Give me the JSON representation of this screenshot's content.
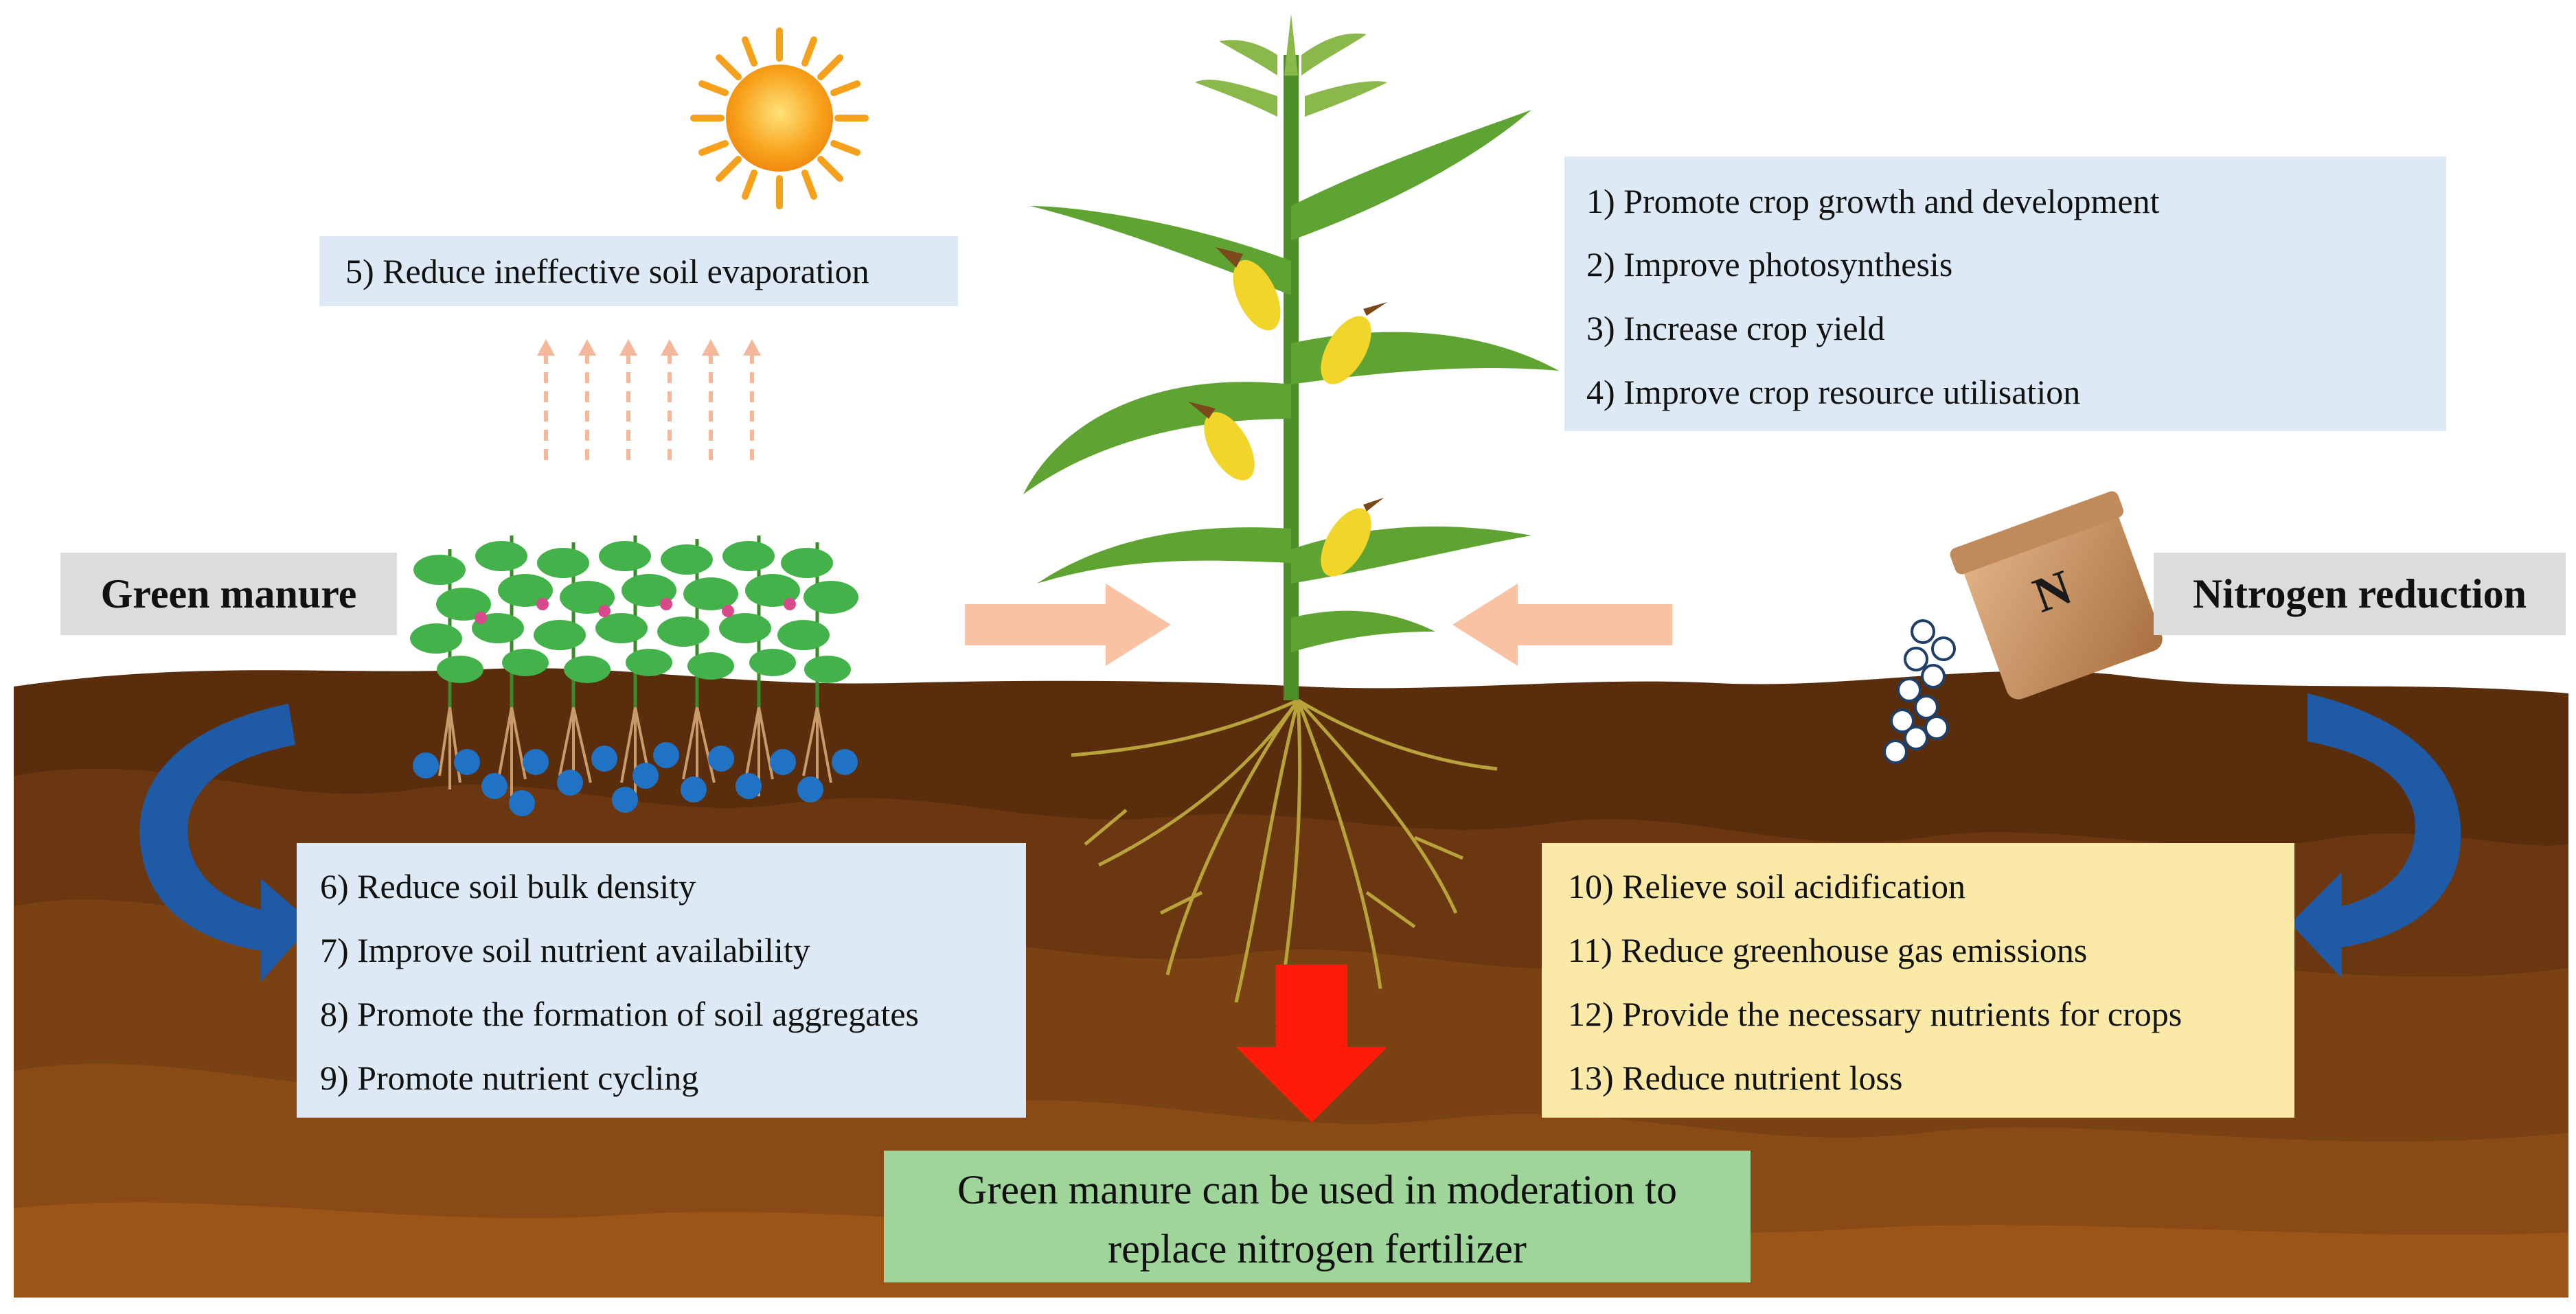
{
  "labels": {
    "green_manure": "Green manure",
    "nitrogen_reduction": "Nitrogen reduction",
    "fertilizer_letter": "N"
  },
  "crop_effects": [
    "1)  Promote crop growth and development",
    "2)  Improve photosynthesis",
    "3)  Increase crop yield",
    "4)  Improve crop resource utilisation"
  ],
  "evaporation": "5) Reduce ineffective soil evaporation",
  "soil_effects": [
    "6) Reduce soil bulk density",
    "7) Improve soil nutrient availability",
    "8) Promote the formation of soil aggregates",
    "9) Promote nutrient cycling"
  ],
  "nitrogen_effects": [
    "10) Relieve soil acidification",
    "11) Reduce greenhouse gas emissions",
    "12) Provide the necessary nutrients for crops",
    "13) Reduce nutrient loss"
  ],
  "conclusion": {
    "line1": "Green manure can be used in moderation to",
    "line2": "replace nitrogen fertilizer"
  },
  "colors": {
    "soil_dark": "#5a2e0c",
    "soil_mid": "#7a3f12",
    "soil_light": "#9a5517",
    "blue_box": "#dde9f5",
    "yellow_box": "#fbe9a8",
    "green_box": "#9fd59a",
    "grey_label": "#dcdcdc",
    "blue_arrow": "#1f5aa6",
    "peach_arrow": "#f9c2a3",
    "red_arrow": "#ff1a0a",
    "plant_green": "#4f8f2a",
    "root_yellow": "#b8a23a"
  }
}
